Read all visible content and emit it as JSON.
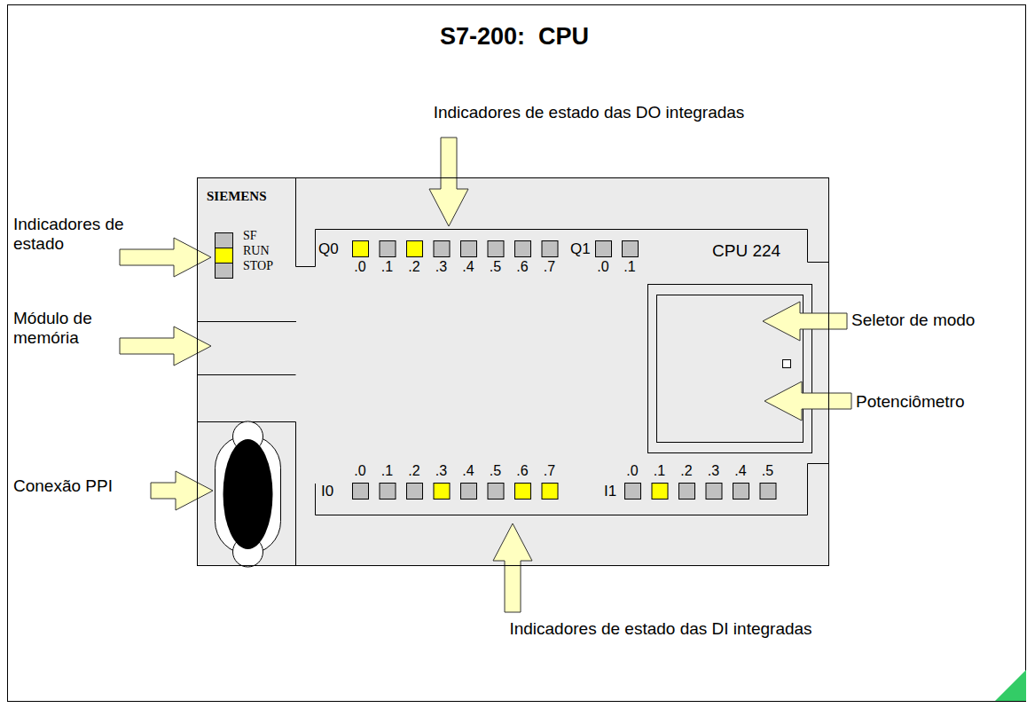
{
  "diagram": {
    "title": "S7-200:  CPU",
    "nodes": [
      {
        "text": [
          "CPU 224"
        ]
      },
      {
        "text": [
          "SIEMENS",
          "SF",
          "RUN",
          "STOP"
        ],
        "in": 0
      }
    ],
    "labels": [
      "Indicadores de estado das DO integradas",
      "Indicadores de estado",
      "Módulo de memória",
      "Conexão PPI",
      "Seletor de modo",
      "Potenciômetro",
      "Indicadores de estado das DI integradas",
      "Q0",
      ".0",
      ".1",
      ".2",
      ".3",
      ".4",
      ".5",
      ".6",
      ".7",
      "Q1",
      ".0",
      ".1",
      "I0",
      ".0",
      ".1",
      ".2",
      ".3",
      ".4",
      ".5",
      ".6",
      ".7",
      "I1",
      ".0",
      ".1",
      ".2",
      ".3",
      ".4",
      ".5"
    ]
  }
}
